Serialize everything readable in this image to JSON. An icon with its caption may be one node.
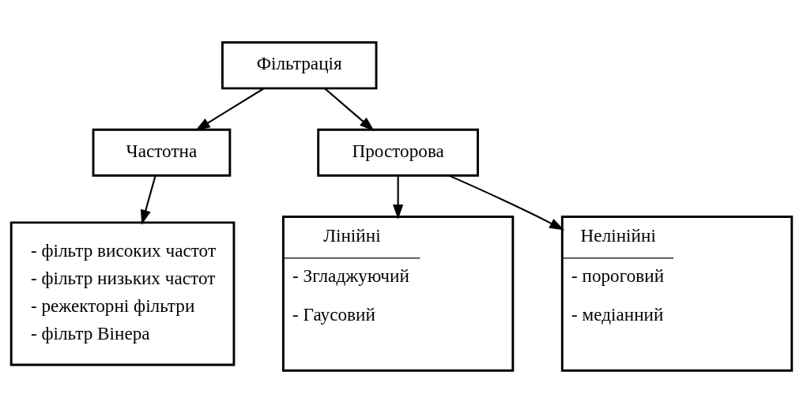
{
  "diagram": {
    "nodes": [
      {
        "text": [
          "Фільтрація"
        ]
      },
      {
        "text": [
          "Частотна"
        ]
      },
      {
        "text": [
          "Просторова"
        ]
      },
      {
        "text": [
          "- фільтр високих частот",
          "- фільтр низьких частот",
          "- режекторні фільтри",
          "- фільтр Вінера"
        ]
      },
      {
        "text": [
          "Лінійні",
          "- Згладжуючий",
          "- Гаусовий"
        ]
      },
      {
        "text": [
          "Нелінійні",
          "- пороговий",
          "- медіанний"
        ]
      }
    ],
    "edges": [
      {
        "from": 0,
        "to": 1,
        "arrow": "to"
      },
      {
        "from": 0,
        "to": 2,
        "arrow": "to"
      },
      {
        "from": 1,
        "to": 3,
        "arrow": "to"
      },
      {
        "from": 2,
        "to": 4,
        "arrow": "to"
      },
      {
        "from": 2,
        "to": 5,
        "arrow": "to"
      }
    ]
  }
}
